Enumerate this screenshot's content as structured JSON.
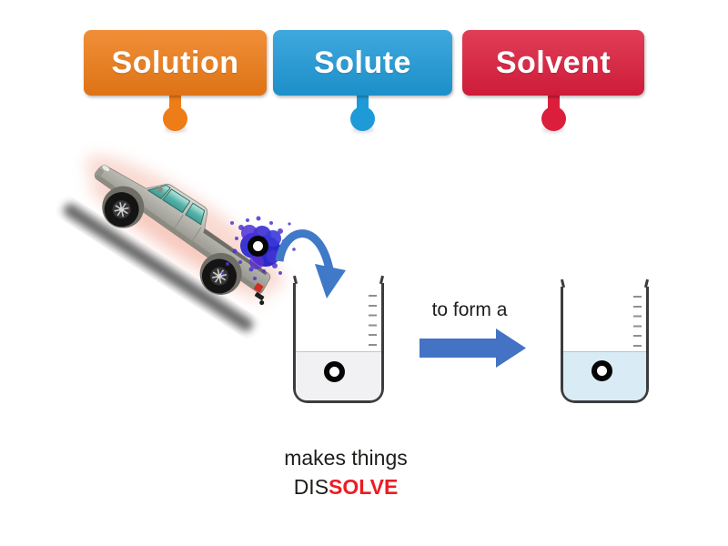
{
  "labels": [
    {
      "text": "Solution",
      "color": "#ee7c17"
    },
    {
      "text": "Solute",
      "color": "#1f9ad8"
    },
    {
      "text": "Solvent",
      "color": "#dc1e3d"
    }
  ],
  "diagram": {
    "connector_text": "to form a",
    "caption_line1": "makes things",
    "caption_prefix": "DIS",
    "caption_highlight": "SOLVE",
    "highlight_color": "#ec1c24",
    "straight_arrow_color": "#4472c4",
    "curved_arrow_color": "#3f79c8",
    "splash_color": "#2a2ac9",
    "beaker1_liquid_color": "#f1f1f3",
    "beaker2_liquid_color": "#d9ecf5",
    "marker_count": 3
  }
}
